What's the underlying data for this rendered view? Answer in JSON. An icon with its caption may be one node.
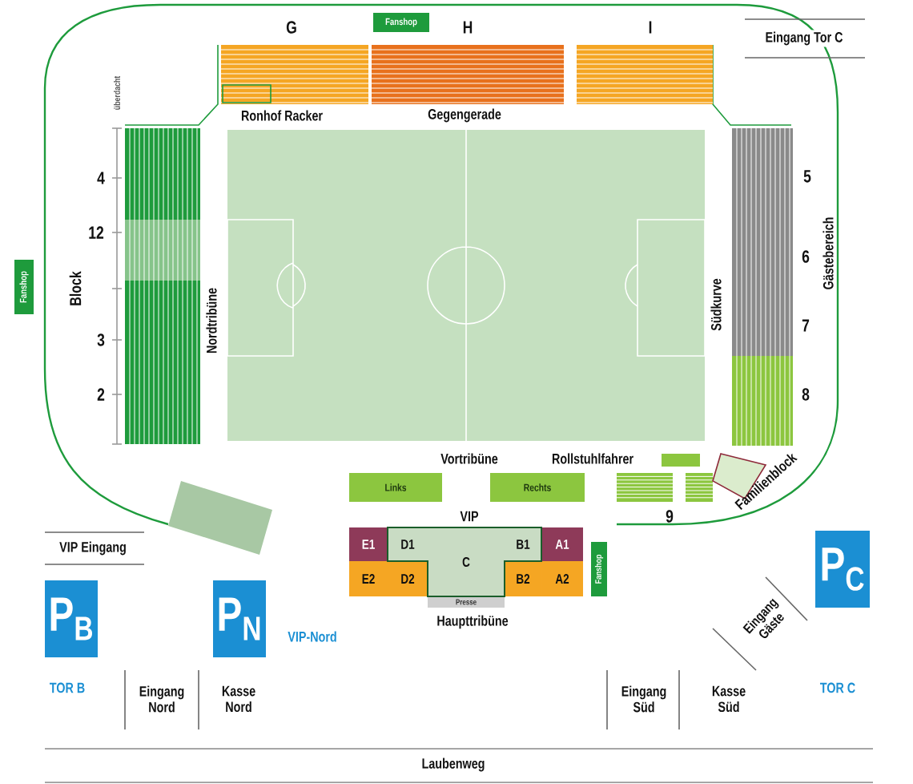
{
  "diagram": {
    "nodes": [
      {
        "text": [
          "Fanshop"
        ]
      },
      {
        "text": [
          "Fanshop"
        ]
      },
      {
        "text": [
          "Links"
        ]
      },
      {
        "text": [
          "Rechts"
        ]
      },
      {
        "text": [
          "E1"
        ]
      },
      {
        "text": [
          "D1"
        ]
      },
      {
        "text": [
          "C"
        ]
      },
      {
        "text": [
          "B1"
        ]
      },
      {
        "text": [
          "A1"
        ]
      },
      {
        "text": [
          "Fanshop"
        ]
      },
      {
        "text": [
          "E2"
        ]
      },
      {
        "text": [
          "D2"
        ]
      },
      {
        "text": [
          "B2"
        ]
      },
      {
        "text": [
          "A2"
        ]
      },
      {
        "text": [
          "Presse"
        ]
      },
      {
        "text": [
          "P$_{B}$"
        ]
      },
      {
        "text": [
          "P$_{N}$"
        ]
      },
      {
        "text": [
          "P$_{C}$"
        ]
      }
    ],
    "labels": [
      "G",
      "H",
      "I",
      "Eingang Tor C",
      "überdacht",
      "Ronhof Racker",
      "Gegengerade",
      "4",
      "5",
      "12",
      "Block",
      "Nordtribüne",
      "6",
      "Südkurve",
      "Gästebereich",
      "3",
      "7",
      "2",
      "8",
      "Vortribüne",
      "Rollstuhlfahrer",
      "VIP",
      "9",
      "Familienblock",
      "VIP Eingang",
      "Haupttribüne",
      "VIP-Nord",
      "Eingang Gäste",
      "TOR B",
      "Eingang Nord",
      "Kasse Nord",
      "Eingang Süd",
      "Kasse Süd",
      "TOR C",
      "Laubenweg"
    ]
  }
}
